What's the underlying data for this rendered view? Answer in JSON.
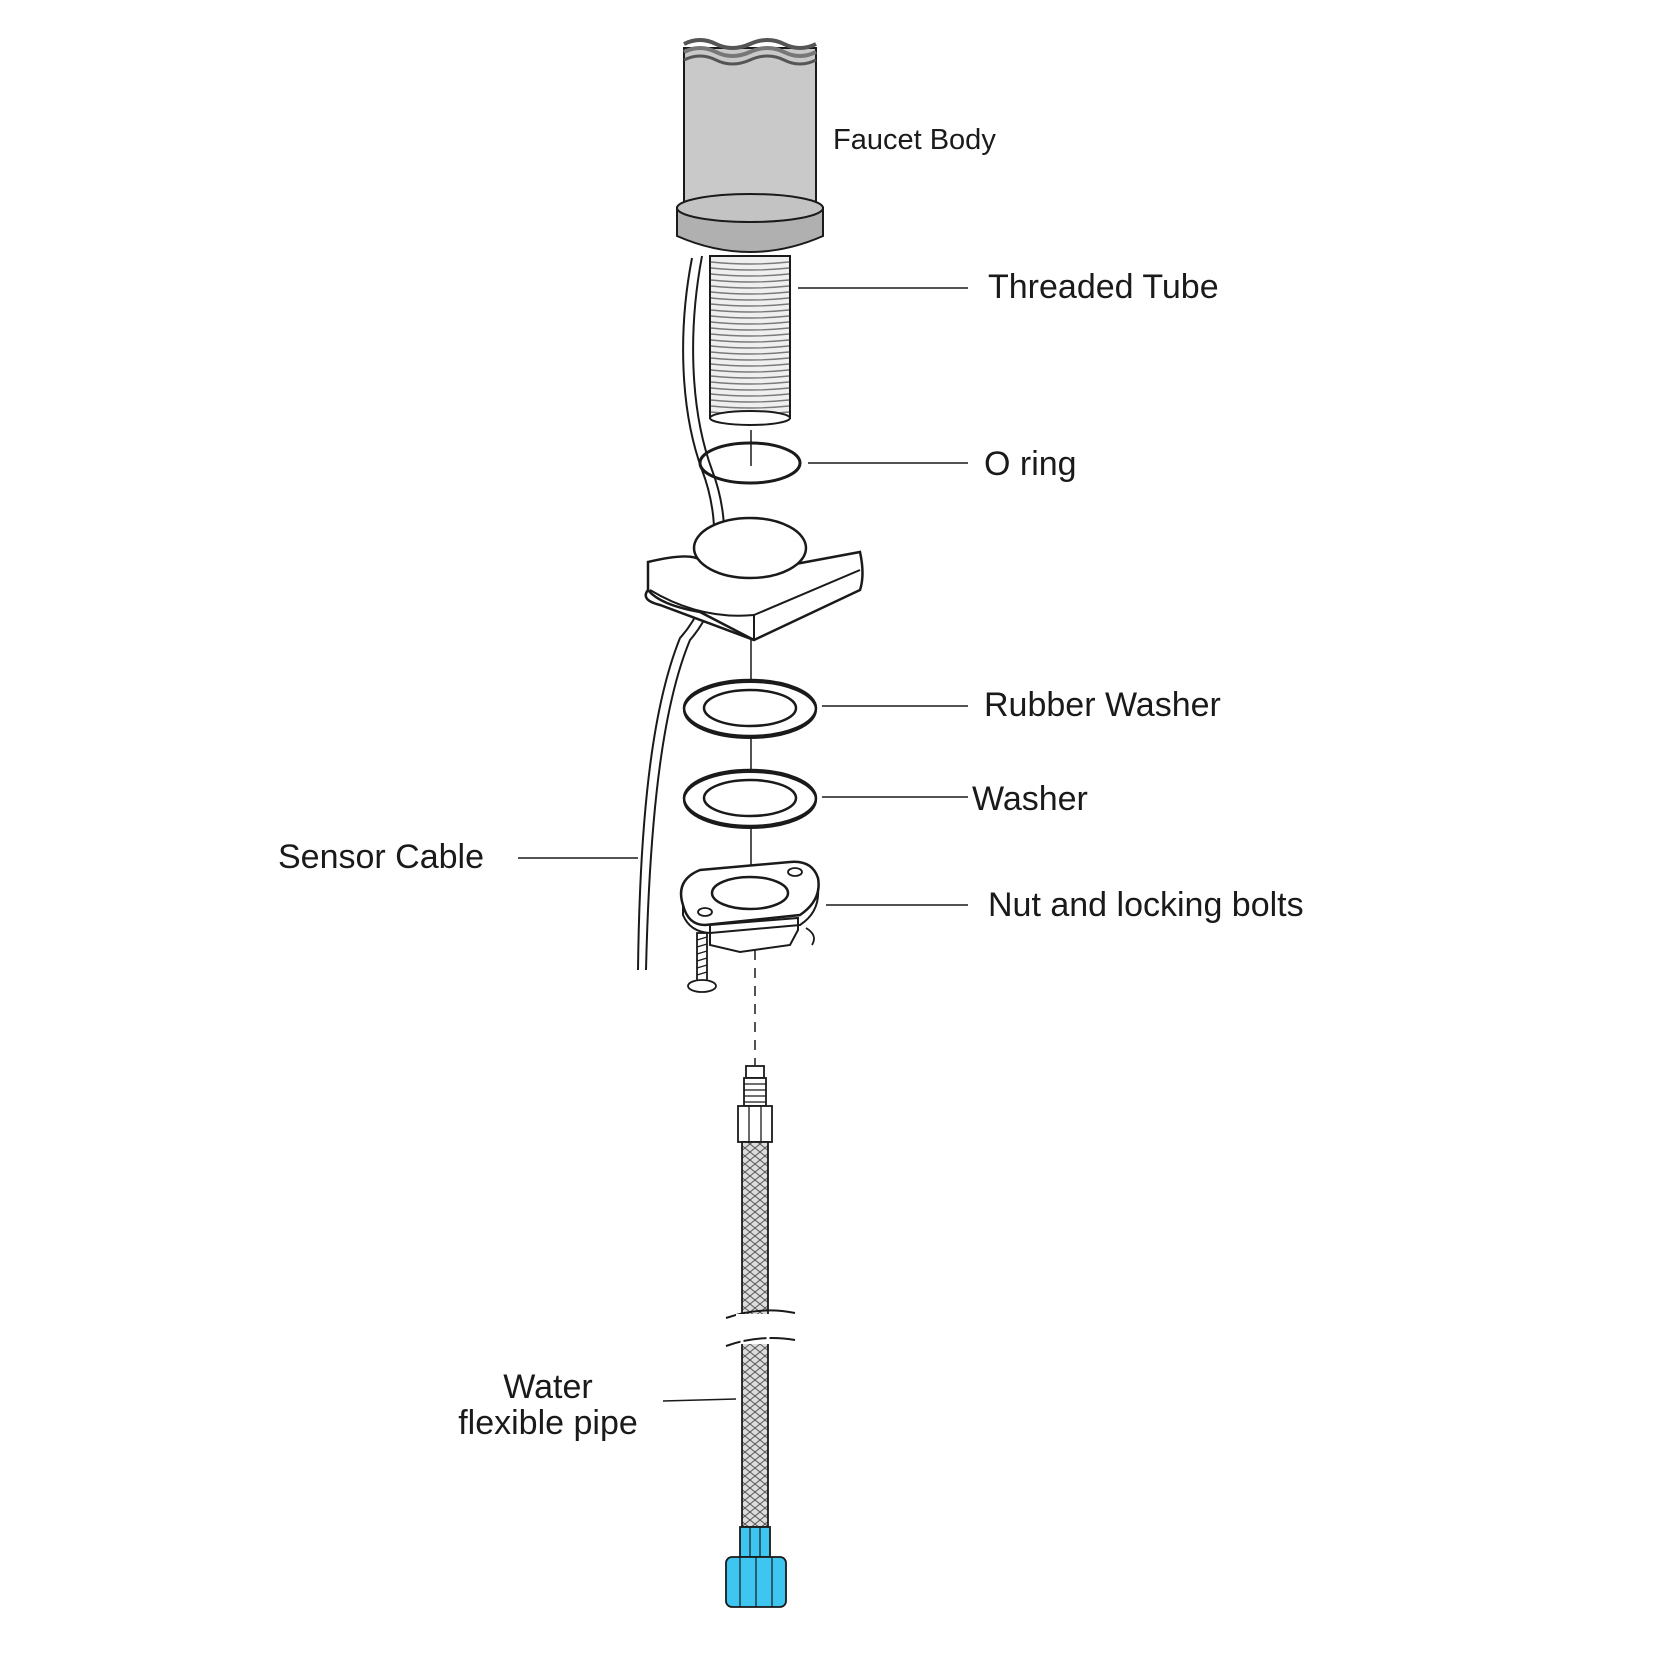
{
  "labels": {
    "faucet_body": "Faucet Body",
    "threaded_tube": "Threaded Tube",
    "o_ring": "O ring",
    "rubber_washer": "Rubber Washer",
    "washer": "Washer",
    "sensor_cable": "Sensor Cable",
    "nut_and_bolts": "Nut and locking bolts",
    "water_pipe_line1": "Water",
    "water_pipe_line2": "flexible pipe"
  },
  "colors": {
    "outline": "#1a1a1a",
    "faucet_body": "#c9c9c9",
    "faucet_base": "#b4b4b4",
    "thread": "#e6e6e6",
    "hose_nut": "#3ec5f0",
    "hose_braid": "#d9d9d9"
  }
}
